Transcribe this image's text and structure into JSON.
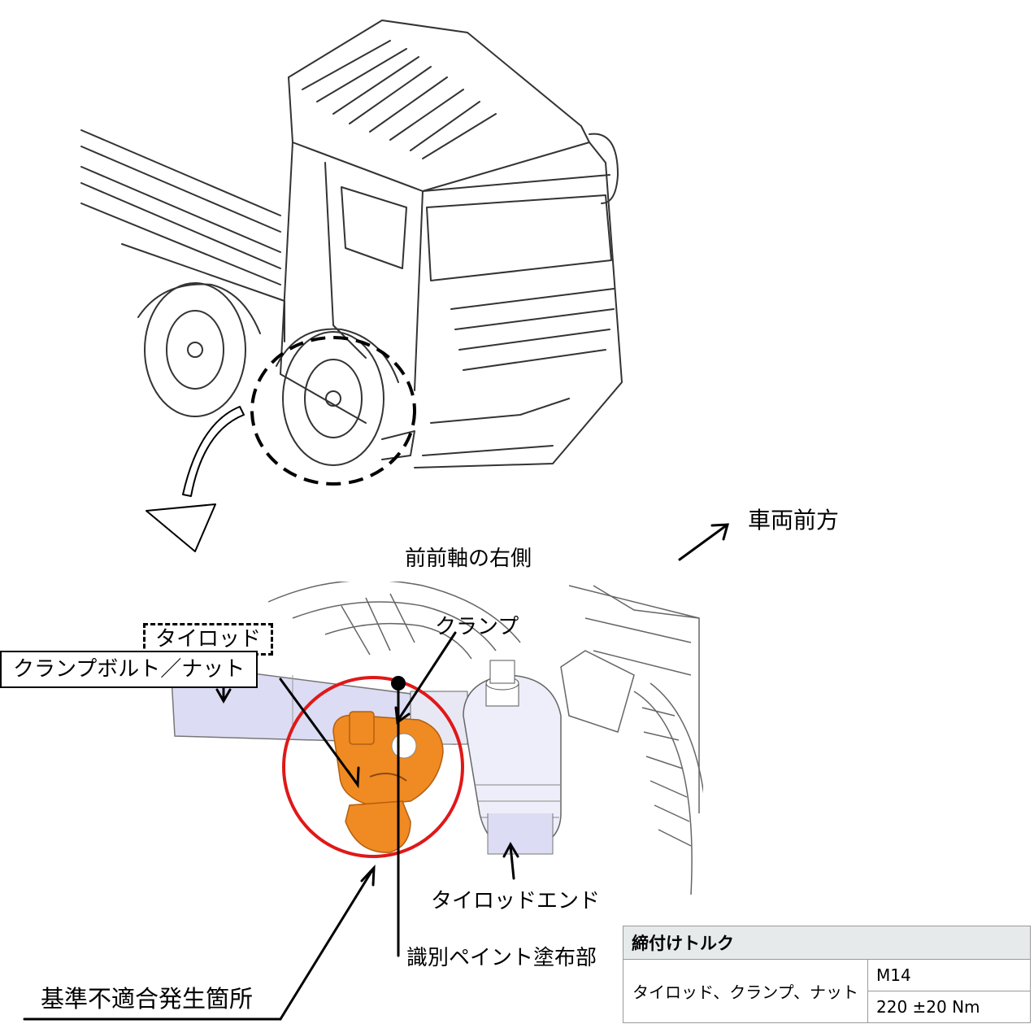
{
  "labels": {
    "vehicle_front": "車両前方",
    "front_front_axle_right": "前前軸の右側",
    "tie_rod": "タイロッド",
    "clamp": "クランプ",
    "clamp_bolt_nut": "クランプボルト／ナット",
    "tie_rod_end": "タイロッドエンド",
    "paint_area": "識別ペイント塗布部",
    "nonconformity_location": "基準不適合発生箇所"
  },
  "torque_table": {
    "header": "締付けトルク",
    "part": "タイロッド、クランプ、ナット",
    "size": "M14",
    "value": "220 ±20 Nm"
  },
  "colors": {
    "clamp": "#f08a22",
    "tie_rod": "#dcdcf4",
    "highlight_circle": "#e01818"
  }
}
